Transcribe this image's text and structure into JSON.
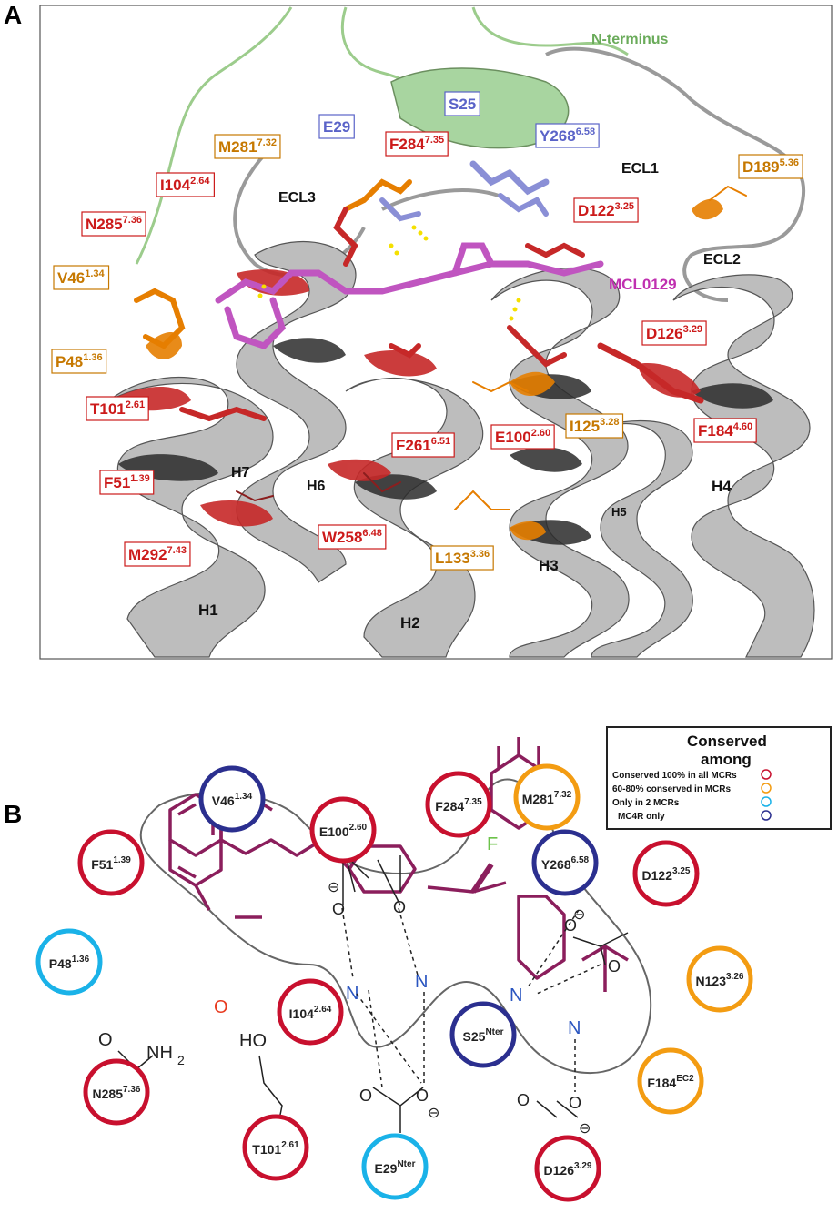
{
  "panel_a": {
    "letter": "A",
    "terminus_label": "N-terminus",
    "loop_labels": [
      "ECL1",
      "ECL2",
      "ECL3"
    ],
    "helix_labels": [
      "H1",
      "H2",
      "H3",
      "H4",
      "H5",
      "H6",
      "H7"
    ],
    "ligand_label": "MCL0129",
    "residue_labels": [
      {
        "name": "E29",
        "sup": "",
        "category": "blue"
      },
      {
        "name": "S25",
        "sup": "",
        "category": "blue"
      },
      {
        "name": "Y268",
        "sup": "6.58",
        "category": "blue"
      },
      {
        "name": "M281",
        "sup": "7.32",
        "category": "orange"
      },
      {
        "name": "F284",
        "sup": "7.35",
        "category": "red"
      },
      {
        "name": "I104",
        "sup": "2.64",
        "category": "red"
      },
      {
        "name": "D189",
        "sup": "5.36",
        "category": "orange"
      },
      {
        "name": "D122",
        "sup": "3.25",
        "category": "red"
      },
      {
        "name": "N285",
        "sup": "7.36",
        "category": "red"
      },
      {
        "name": "V46",
        "sup": "1.34",
        "category": "orange"
      },
      {
        "name": "D126",
        "sup": "3.29",
        "category": "red"
      },
      {
        "name": "P48",
        "sup": "1.36",
        "category": "orange"
      },
      {
        "name": "T101",
        "sup": "2.61",
        "category": "red"
      },
      {
        "name": "E100",
        "sup": "2.60",
        "category": "red"
      },
      {
        "name": "I125",
        "sup": "3.28",
        "category": "orange"
      },
      {
        "name": "F184",
        "sup": "4.60",
        "category": "red"
      },
      {
        "name": "F261",
        "sup": "6.51",
        "category": "red"
      },
      {
        "name": "F51",
        "sup": "1.39",
        "category": "red"
      },
      {
        "name": "W258",
        "sup": "6.48",
        "category": "red"
      },
      {
        "name": "L133",
        "sup": "3.36",
        "category": "orange"
      },
      {
        "name": "M292",
        "sup": "7.43",
        "category": "red"
      }
    ]
  },
  "panel_b": {
    "letter": "B",
    "legend": {
      "title_line1": "Conserved",
      "title_line2": "among",
      "items": [
        {
          "label": "Conserved 100% in all MCRs",
          "color": "#c8102e"
        },
        {
          "label": "60-80% conserved in MCRs",
          "color": "#f39c12"
        },
        {
          "label": "Only in 2 MCRs",
          "color": "#1ab2e8"
        },
        {
          "label": "MC4R only",
          "color": "#2b2f8f"
        }
      ]
    },
    "residues": [
      {
        "name": "V46",
        "sup": "1.34",
        "color": "#2b2f8f"
      },
      {
        "name": "E100",
        "sup": "2.60",
        "color": "#c8102e"
      },
      {
        "name": "F284",
        "sup": "7.35",
        "color": "#c8102e"
      },
      {
        "name": "M281",
        "sup": "7.32",
        "color": "#f39c12"
      },
      {
        "name": "F51",
        "sup": "1.39",
        "color": "#c8102e"
      },
      {
        "name": "Y268",
        "sup": "6.58",
        "color": "#2b2f8f"
      },
      {
        "name": "D122",
        "sup": "3.25",
        "color": "#c8102e"
      },
      {
        "name": "P48",
        "sup": "1.36",
        "color": "#1ab2e8"
      },
      {
        "name": "N123",
        "sup": "3.26",
        "color": "#f39c12"
      },
      {
        "name": "I104",
        "sup": "2.64",
        "color": "#c8102e"
      },
      {
        "name": "S25",
        "sup": "Nter",
        "color": "#2b2f8f"
      },
      {
        "name": "F184",
        "sup": "EC2",
        "color": "#f39c12"
      },
      {
        "name": "N285",
        "sup": "7.36",
        "color": "#c8102e"
      },
      {
        "name": "T101",
        "sup": "2.61",
        "color": "#c8102e"
      },
      {
        "name": "E29",
        "sup": "Nter",
        "color": "#1ab2e8"
      },
      {
        "name": "D126",
        "sup": "3.29",
        "color": "#c8102e"
      }
    ],
    "atoms": {
      "fluorine": "F",
      "oxygen": "O",
      "nitrogen": "N",
      "ho": "HO",
      "amide_o": "O",
      "amide_nh2": "NH",
      "amide_sub": "2",
      "minus": "⊖"
    }
  }
}
